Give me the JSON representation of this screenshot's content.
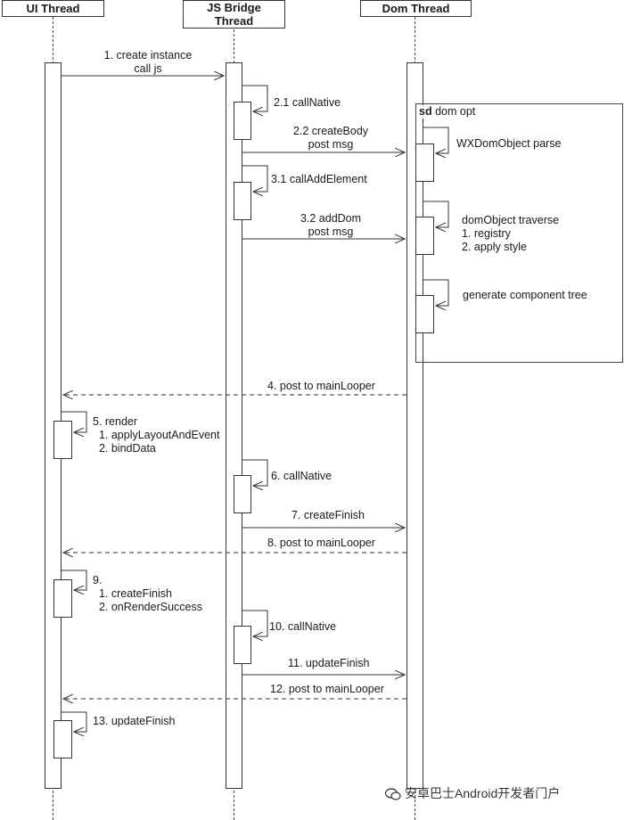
{
  "lifelines": {
    "ui": "UI Thread",
    "js": "JS Bridge\nThread",
    "dom": "Dom Thread"
  },
  "frame": {
    "keyword": "sd",
    "name": "dom opt"
  },
  "messages": {
    "m1": "1. create instance\ncall js",
    "m21": "2.1 callNative",
    "m22": "2.2 createBody\npost msg",
    "m31": "3.1 callAddElement",
    "m32": "3.2 addDom\npost msg",
    "parse": "WXDomObject parse",
    "traverse": "domObject traverse\n1. registry\n2. apply style",
    "gentree": "generate component tree",
    "m4": "4. post to mainLooper",
    "m5": "5. render\n  1. applyLayoutAndEvent\n  2. bindData",
    "m6": "6. callNative",
    "m7": "7. createFinish",
    "m8": "8. post to mainLooper",
    "m9": "9.\n  1. createFinish\n  2. onRenderSuccess",
    "m10": "10. callNative",
    "m11": "11. updateFinish",
    "m12": "12. post to mainLooper",
    "m13": "13. updateFinish"
  },
  "watermark": "安卓巴士Android开发者门户"
}
